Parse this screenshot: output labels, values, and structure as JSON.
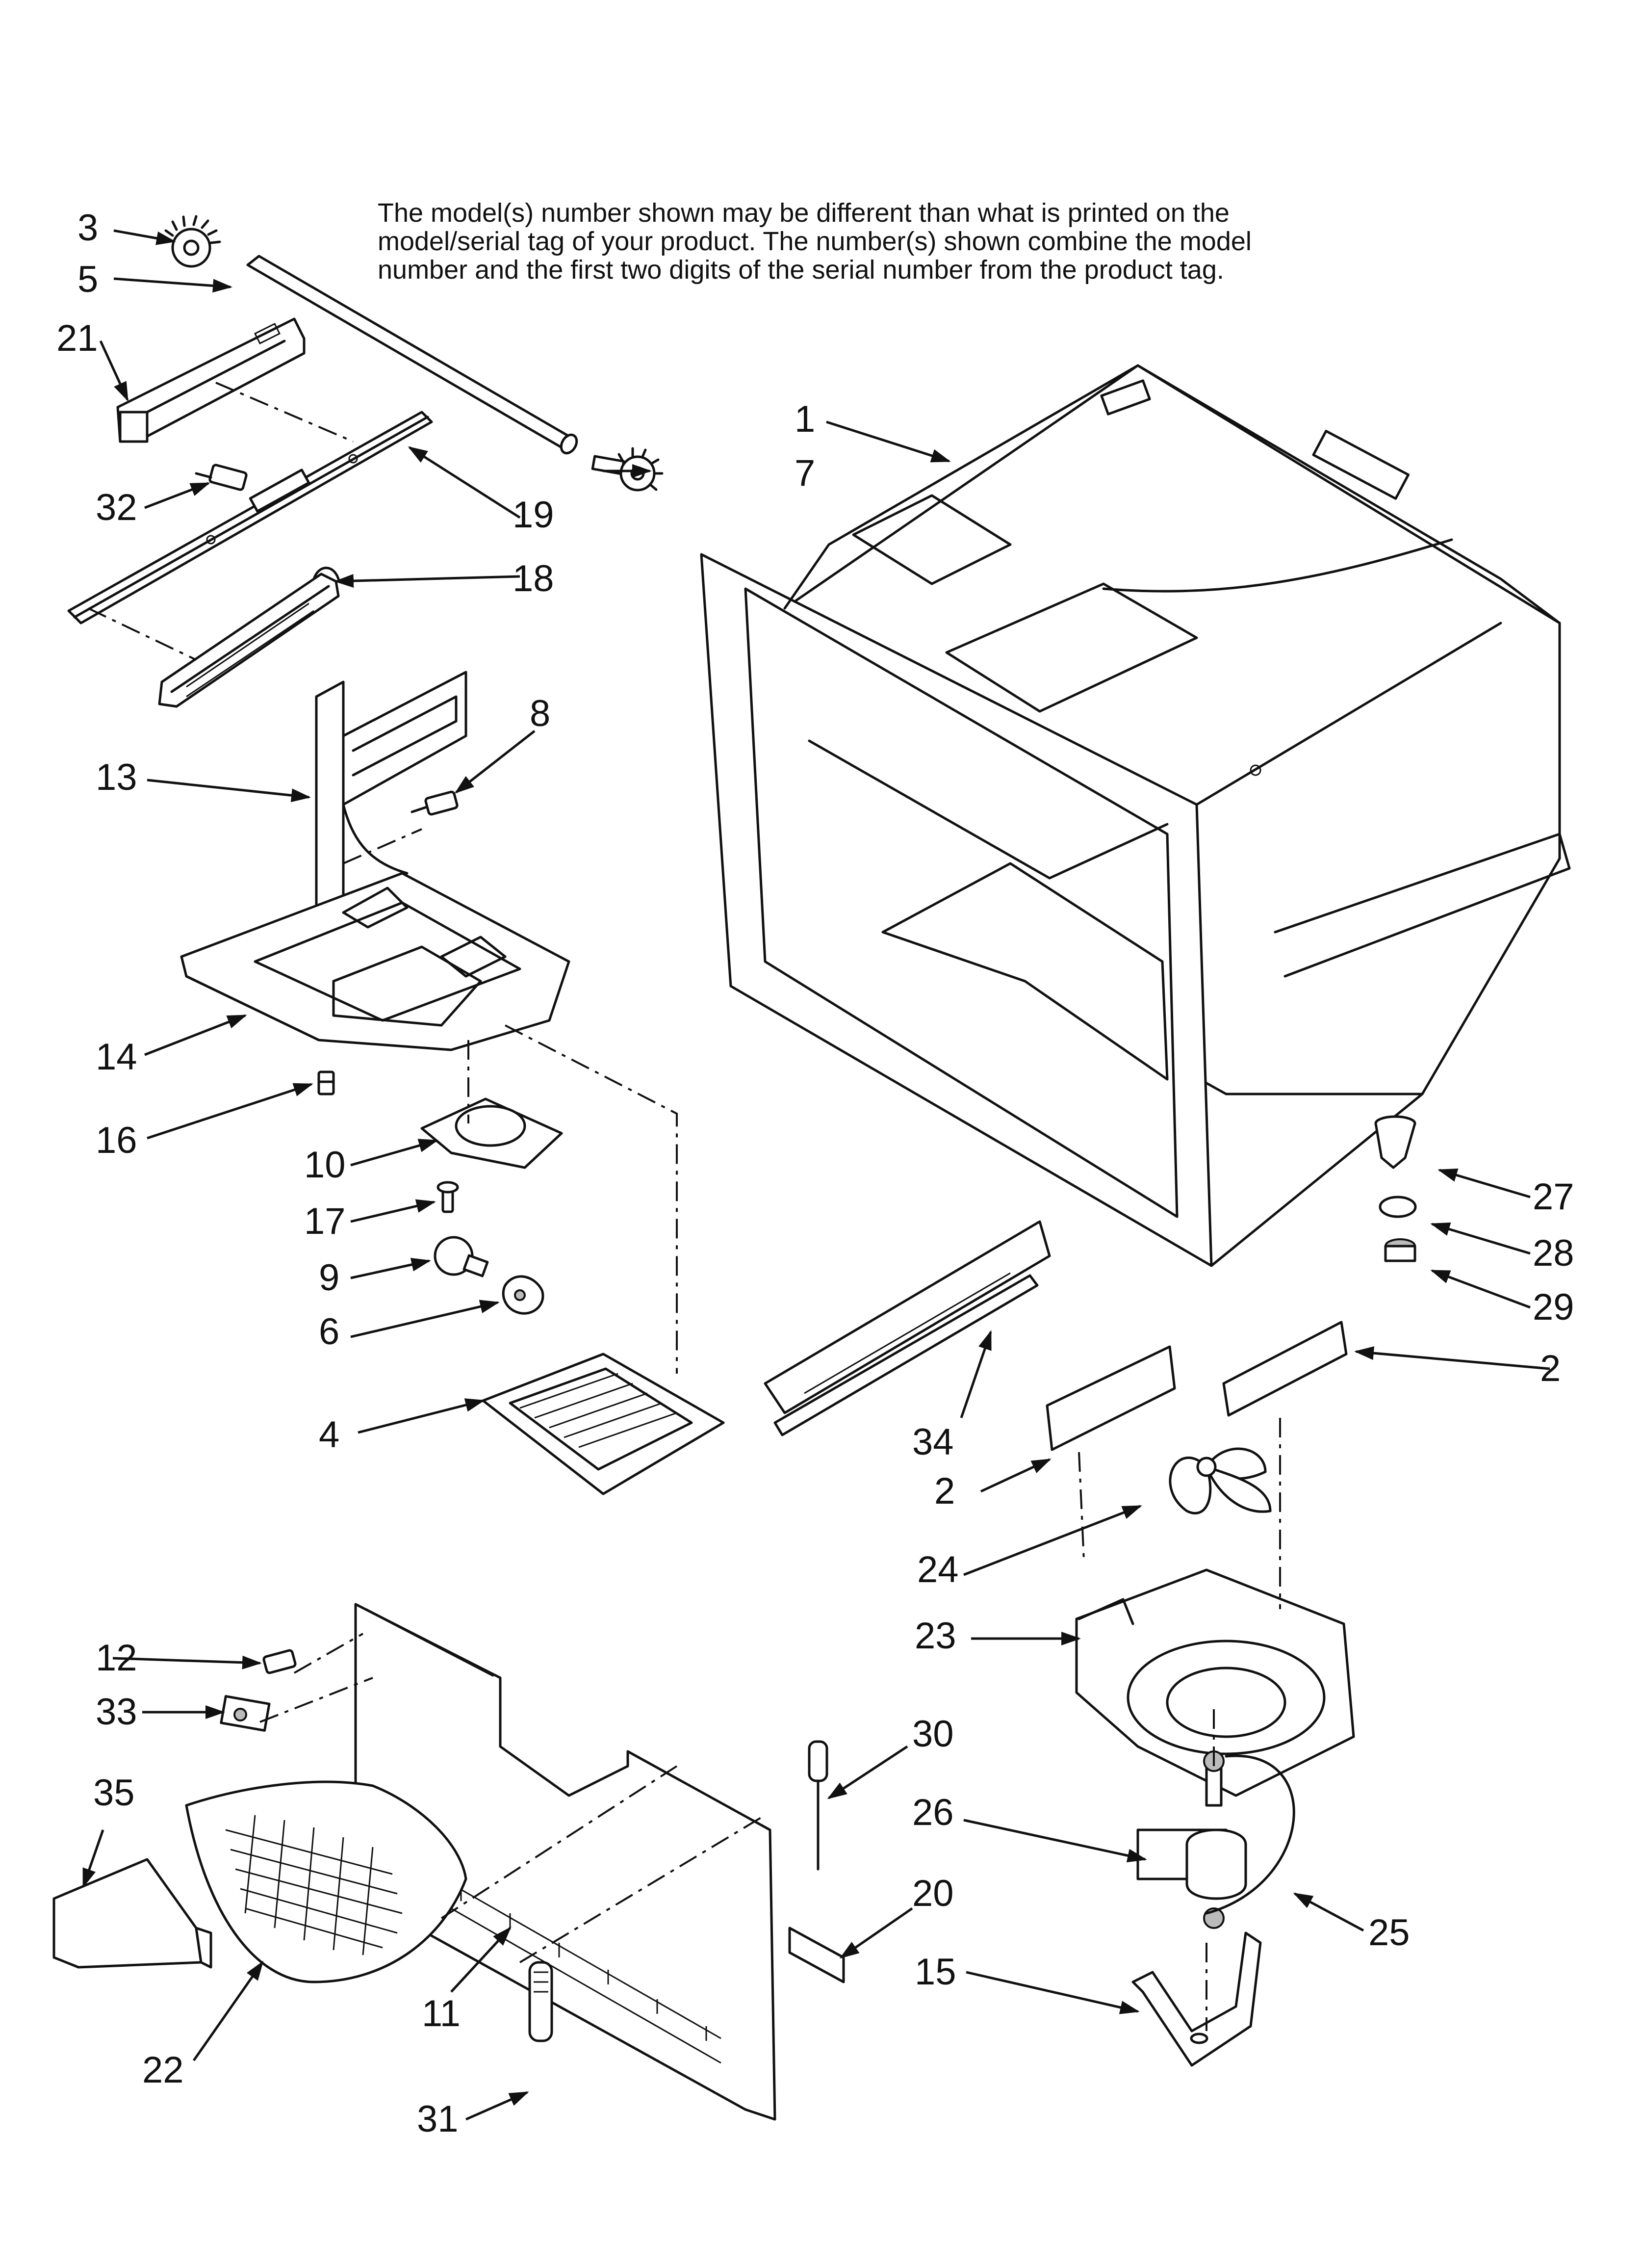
{
  "note_lines": [
    "The model(s) number shown may be different than what is printed on the",
    "model/serial tag of your product. The number(s) shown combine the model",
    "number and the first two digits of the serial number from the product tag."
  ],
  "callouts": [
    "1",
    "2",
    "2",
    "2",
    "3",
    "4",
    "5",
    "6",
    "7",
    "8",
    "9",
    "10",
    "11",
    "12",
    "13",
    "14",
    "15",
    "16",
    "17",
    "18",
    "19",
    "20",
    "21",
    "22",
    "23",
    "24",
    "25",
    "26",
    "27",
    "28",
    "29",
    "30",
    "31",
    "32",
    "33",
    "34",
    "35"
  ]
}
